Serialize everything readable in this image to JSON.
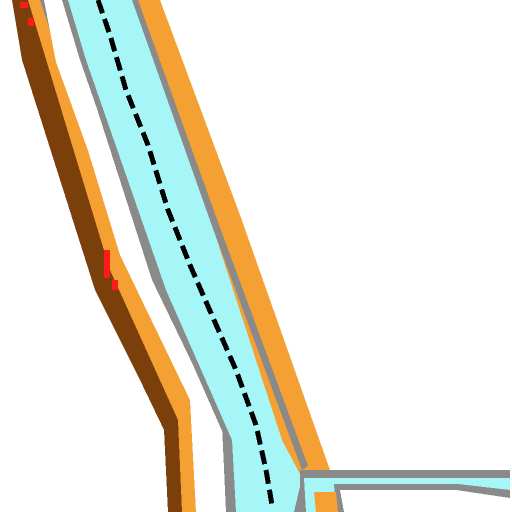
{
  "map": {
    "style": "pixelated-tile",
    "background_color": "#ffffff",
    "colors": {
      "water": "#a6f5f7",
      "outline": "#8a8a8a",
      "highway_casing": "#f5a033",
      "embankment": "#7a3f0a",
      "embankment_edge": "#f5a033",
      "marker_red": "#ff1a1a",
      "centerline": "#000000"
    },
    "features": [
      {
        "kind": "river",
        "name": "main-river"
      },
      {
        "kind": "river",
        "name": "tributary"
      },
      {
        "kind": "channel",
        "name": "river-centerline"
      },
      {
        "kind": "road",
        "name": "highway-casing"
      },
      {
        "kind": "embankment",
        "name": "riverbank-embankment"
      },
      {
        "kind": "marker",
        "name": "red-markers"
      }
    ]
  }
}
